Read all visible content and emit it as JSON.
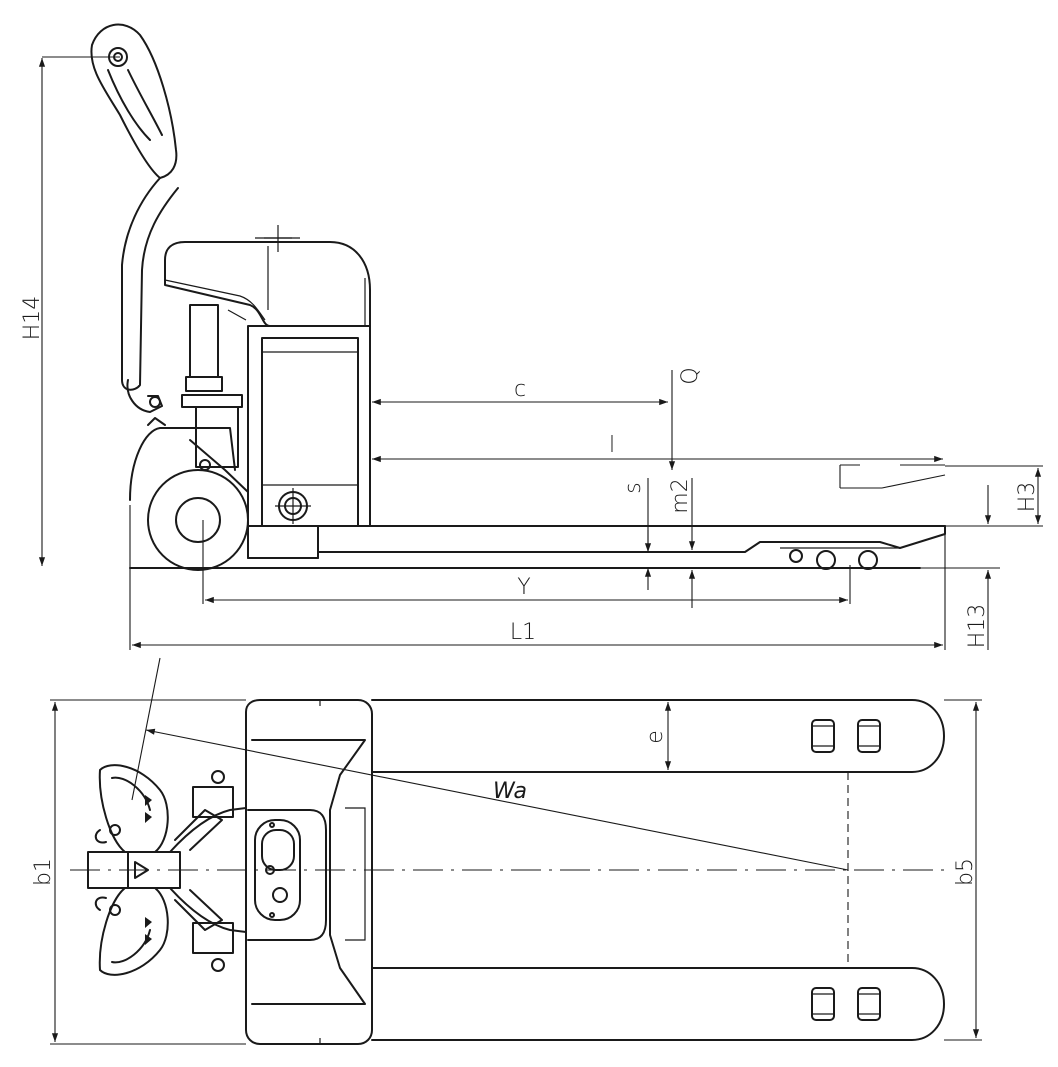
{
  "labels": {
    "H14": "H14",
    "c": "c",
    "Q": "Q",
    "l": "l",
    "s": "s",
    "m2": "m2",
    "H3": "H3",
    "Y": "Y",
    "L1": "L1",
    "H13": "H13",
    "e": "e",
    "Wa": "Wa",
    "b1": "b1",
    "b5": "b5"
  }
}
